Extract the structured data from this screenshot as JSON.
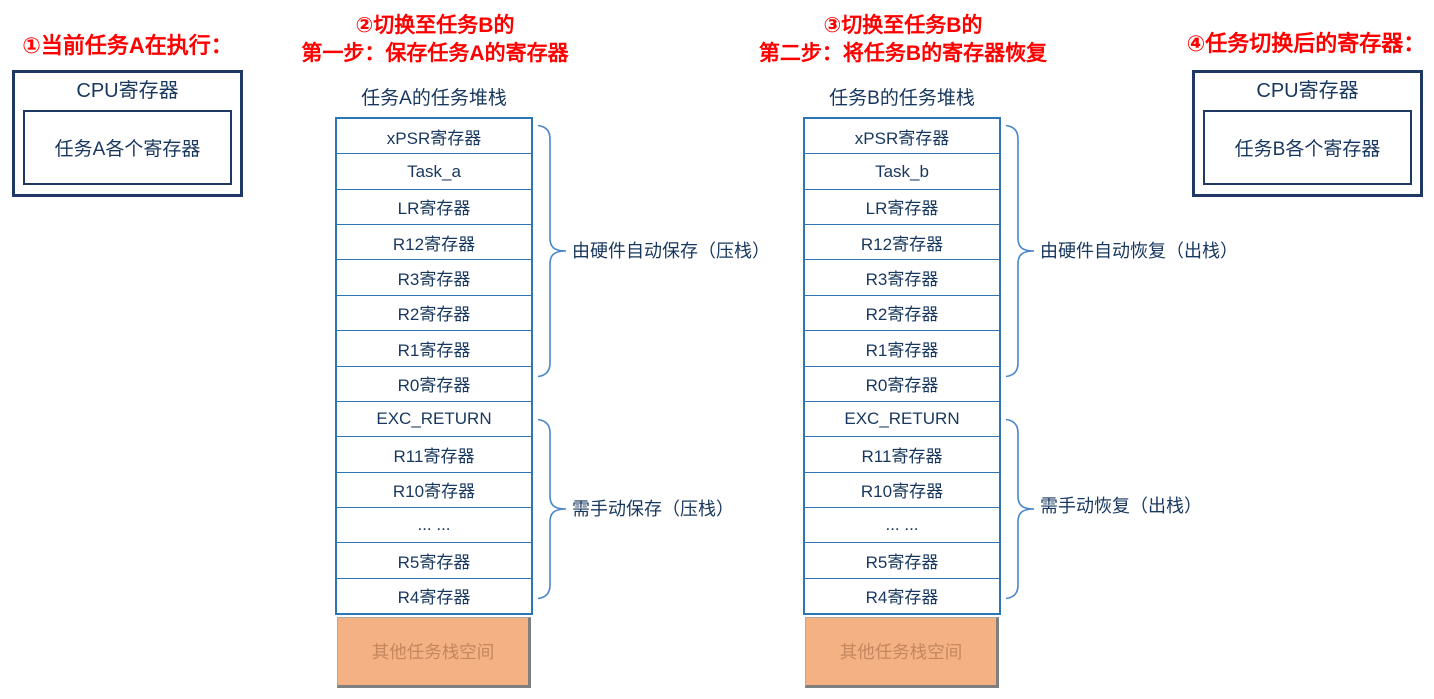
{
  "colors": {
    "heading_red": "#ff0000",
    "navy_text": "#17375e",
    "navy_border": "#1f3864",
    "stack_border_blue": "#2e75b6",
    "brace_blue": "#4a86c8",
    "other_stack_fill": "#f4b183",
    "other_stack_text": "#c5875f",
    "other_stack_border": "#7f7f7f"
  },
  "step1": {
    "heading": "①当前任务A在执行：",
    "box_title": "CPU寄存器",
    "box_content": "任务A各个寄存器"
  },
  "step2": {
    "heading_line1": "②切换至任务B的",
    "heading_line2": "第一步：保存任务A的寄存器",
    "stack_title": "任务A的任务堆栈",
    "stack_cells": [
      "xPSR寄存器",
      "Task_a",
      "LR寄存器",
      "R12寄存器",
      "R3寄存器",
      "R2寄存器",
      "R1寄存器",
      "R0寄存器",
      "EXC_RETURN",
      "R11寄存器",
      "R10寄存器",
      "... ...",
      "R5寄存器",
      "R4寄存器"
    ],
    "hw_brace_label": "由硬件自动保存（压栈）",
    "manual_brace_label": "需手动保存（压栈）",
    "other_stack_label": "其他任务栈空间"
  },
  "step3": {
    "heading_line1": "③切换至任务B的",
    "heading_line2": "第二步：将任务B的寄存器恢复",
    "stack_title": "任务B的任务堆栈",
    "stack_cells": [
      "xPSR寄存器",
      "Task_b",
      "LR寄存器",
      "R12寄存器",
      "R3寄存器",
      "R2寄存器",
      "R1寄存器",
      "R0寄存器",
      "EXC_RETURN",
      "R11寄存器",
      "R10寄存器",
      "... ...",
      "R5寄存器",
      "R4寄存器"
    ],
    "hw_brace_label": "由硬件自动恢复（出栈）",
    "manual_brace_label": "需手动恢复（出栈）",
    "other_stack_label": "其他任务栈空间"
  },
  "step4": {
    "heading": "④任务切换后的寄存器：",
    "box_title": "CPU寄存器",
    "box_content": "任务B各个寄存器"
  }
}
